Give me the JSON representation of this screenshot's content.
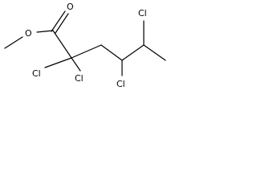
{
  "molecule": {
    "atoms": {
      "o_carbonyl": "O",
      "o_ester": "O",
      "cl_c2_left": "Cl",
      "cl_c2_right": "Cl",
      "cl_c4": "Cl",
      "cl_c5": "Cl"
    },
    "colors": {
      "bond": "#000000",
      "label": "#000000",
      "background": "#ffffff"
    }
  }
}
